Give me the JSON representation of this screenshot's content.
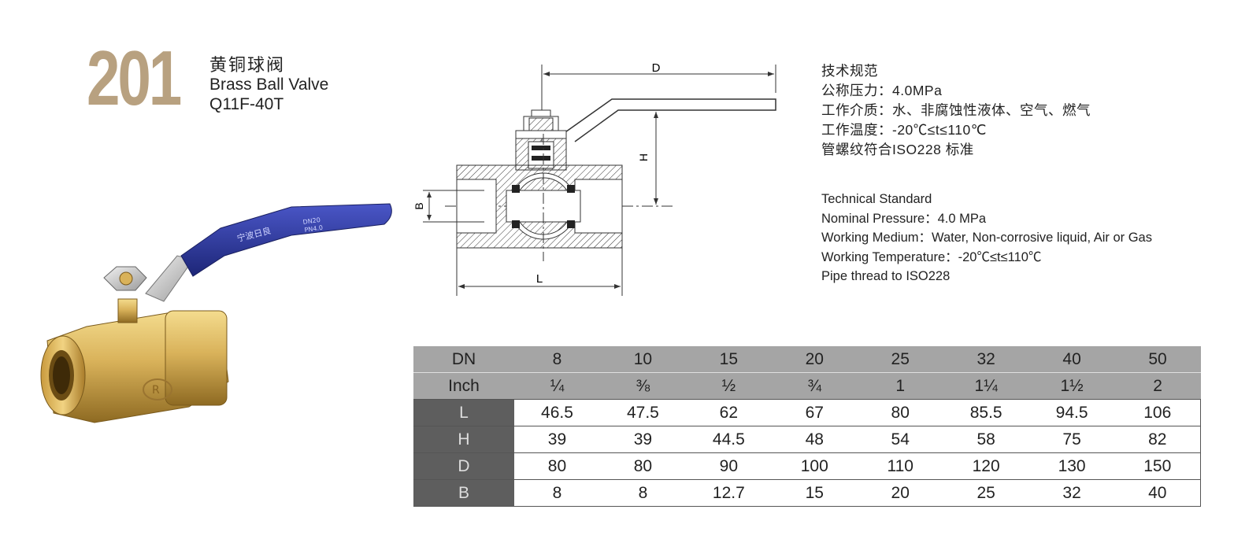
{
  "header": {
    "model_number": "201",
    "title_cn": "黄铜球阀",
    "title_en": "Brass Ball Valve",
    "model_code": "Q11F-40T"
  },
  "product_image": {
    "handle_text": "宁波日良",
    "handle_marks": [
      "DN20",
      "PN4.0"
    ],
    "colors": {
      "brass": "#d9b25a",
      "handle": "#2f3aa0"
    }
  },
  "drawing": {
    "labels": {
      "d": "D",
      "h": "H",
      "b": "B",
      "l": "L"
    }
  },
  "specs_cn": {
    "heading": "技术规范",
    "lines": [
      "公称压力：4.0MPa",
      "工作介质：水、非腐蚀性液体、空气、燃气",
      "工作温度：-20℃≤t≤110℃",
      "管螺纹符合ISO228 标准"
    ]
  },
  "specs_en": {
    "heading": "Technical Standard",
    "lines": [
      "Nominal Pressure：4.0 MPa",
      "Working Medium：Water, Non-corrosive liquid, Air or Gas",
      "Working Temperature：-20℃≤t≤110℃",
      "Pipe thread to ISO228"
    ]
  },
  "table": {
    "header_rows": [
      {
        "label": "DN",
        "values": [
          "8",
          "10",
          "15",
          "20",
          "25",
          "32",
          "40",
          "50"
        ]
      },
      {
        "label": "Inch",
        "values": [
          "¼",
          "⅜",
          "½",
          "¾",
          "1",
          "1¼",
          "1½",
          "2"
        ]
      }
    ],
    "rows": [
      {
        "label": "L",
        "values": [
          "46.5",
          "47.5",
          "62",
          "67",
          "80",
          "85.5",
          "94.5",
          "106"
        ]
      },
      {
        "label": "H",
        "values": [
          "39",
          "39",
          "44.5",
          "48",
          "54",
          "58",
          "75",
          "82"
        ]
      },
      {
        "label": "D",
        "values": [
          "80",
          "80",
          "90",
          "100",
          "110",
          "120",
          "130",
          "150"
        ]
      },
      {
        "label": "B",
        "values": [
          "8",
          "8",
          "12.7",
          "15",
          "20",
          "25",
          "32",
          "40"
        ]
      }
    ]
  }
}
